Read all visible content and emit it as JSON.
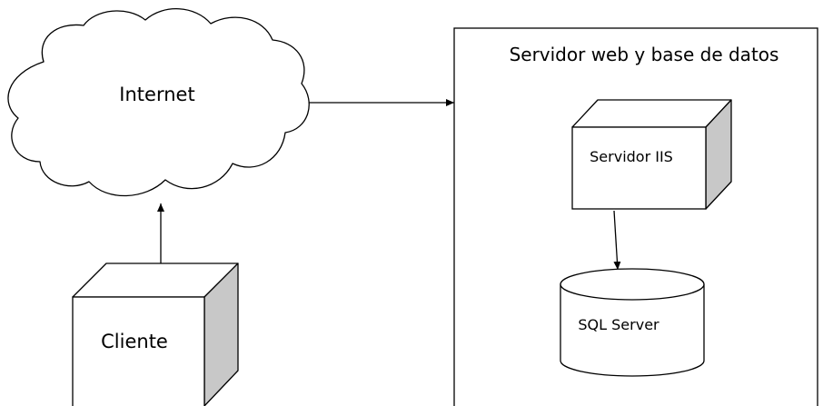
{
  "diagram": {
    "cloud": {
      "label": "Internet"
    },
    "client": {
      "label": "Cliente"
    },
    "server_group": {
      "title": "Servidor web y base de datos"
    },
    "iis_server": {
      "label": "Servidor IIS"
    },
    "database": {
      "label": "SQL Server"
    }
  },
  "colors": {
    "stroke": "#000000",
    "fill": "#ffffff",
    "shade": "#c8c8c8"
  }
}
